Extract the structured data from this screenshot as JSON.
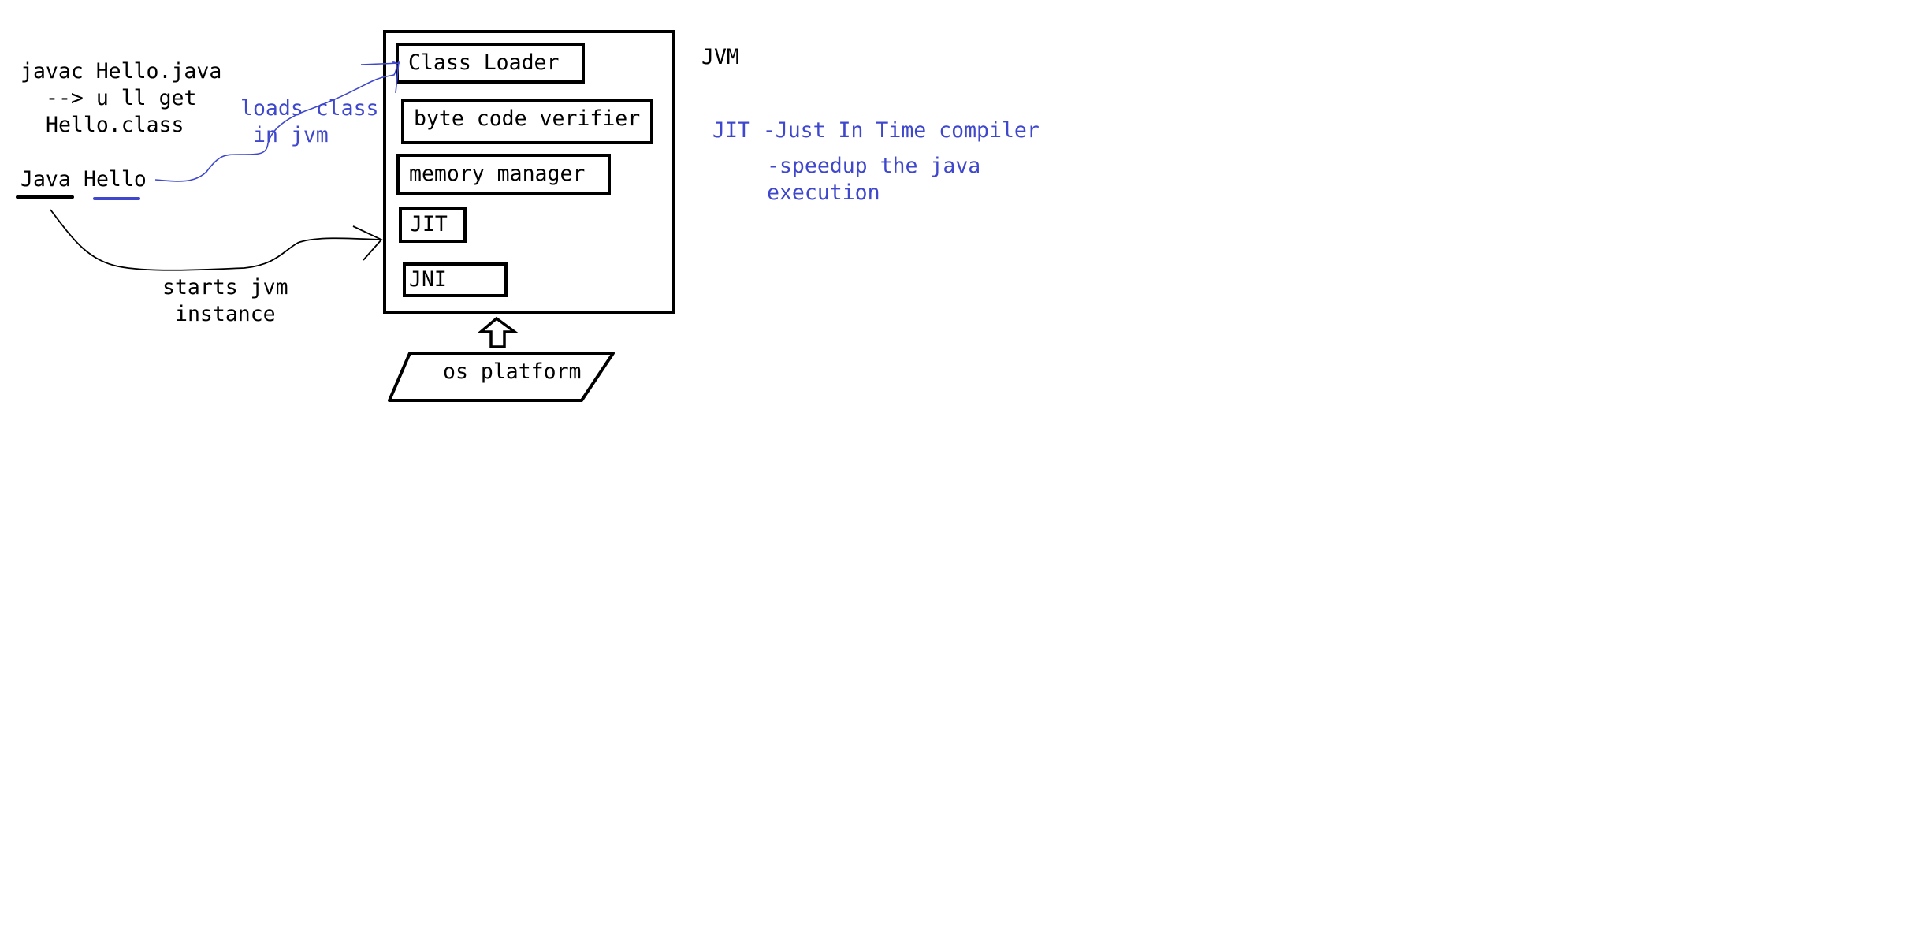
{
  "colors": {
    "ink": "#000000",
    "blue_ink": "#3f48cc",
    "background": "#ffffff"
  },
  "left_notes": {
    "compile_line1": "javac Hello.java",
    "compile_line2": "--> u ll get",
    "compile_line3": "Hello.class",
    "run_word1": "Java",
    "run_word2": "Hello",
    "loads_line1": "loads class",
    "loads_line2": "in jvm",
    "starts_line1": "starts jvm",
    "starts_line2": "instance"
  },
  "jvm": {
    "title": "JVM",
    "components": {
      "class_loader": "Class Loader",
      "byte_code_verifier": "byte code verifier",
      "memory_manager": "memory manager",
      "jit": "JIT",
      "jni": "JNI"
    }
  },
  "os": {
    "label": "os platform"
  },
  "jit_notes": {
    "line1": "JIT -Just In Time compiler",
    "line2": "-speedup the java",
    "line3": "execution"
  },
  "icons": {
    "up_arrow": "hollow-up-arrow-icon"
  }
}
